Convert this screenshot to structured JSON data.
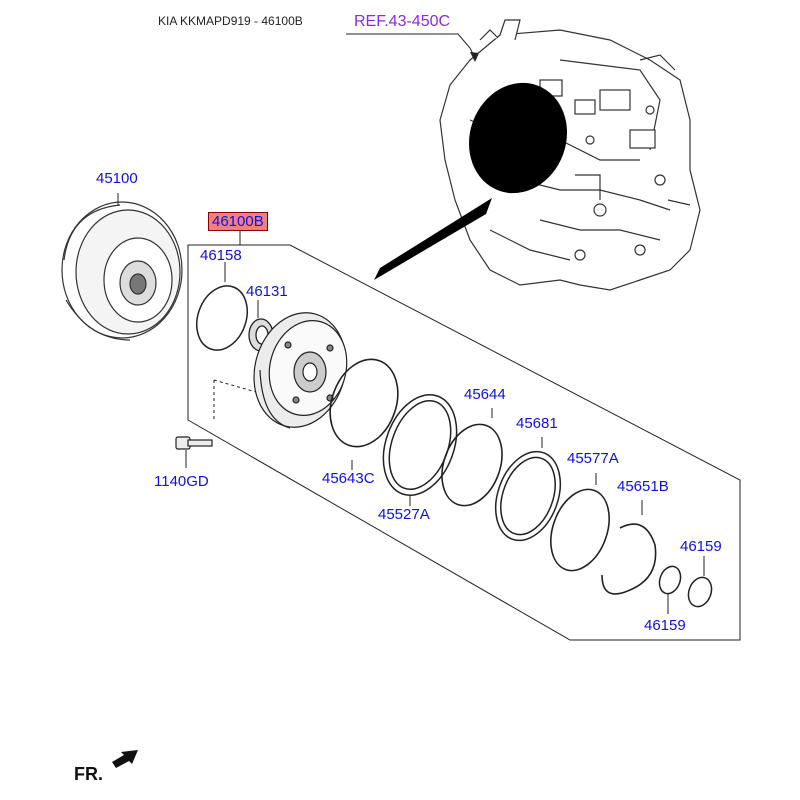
{
  "header": {
    "title": "KIA KKMAPD919 - 46100B"
  },
  "reference": {
    "label": "REF.43-450C"
  },
  "parts": {
    "p45100": "45100",
    "p46100B": "46100B",
    "p46158": "46158",
    "p46131": "46131",
    "p1140GD": "1140GD",
    "p45643C": "45643C",
    "p45527A": "45527A",
    "p45644": "45644",
    "p45681": "45681",
    "p45577A": "45577A",
    "p45651B": "45651B",
    "p46159_top": "46159",
    "p46159_bottom": "46159"
  },
  "orientation": {
    "label": "FR."
  },
  "colors": {
    "part_label": "#1010e0",
    "reference_label": "#8a2be2",
    "highlight": "#f08080",
    "line": "#222222"
  }
}
